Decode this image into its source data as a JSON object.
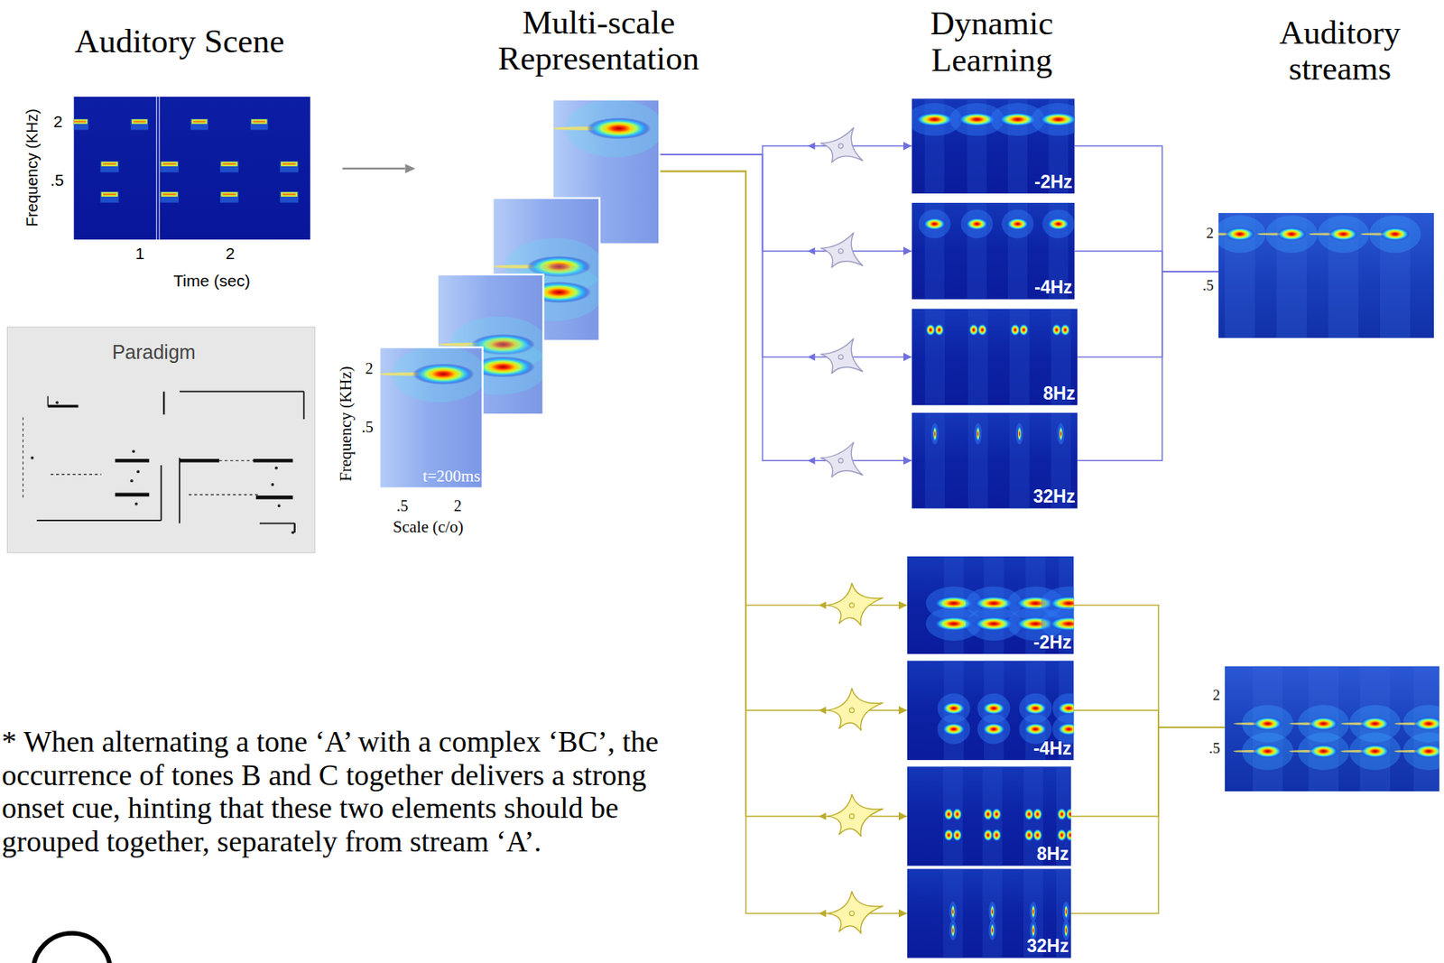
{
  "diagram": {
    "nodes": [
      {
        "text": [
          "t=200ms"
        ]
      },
      {
        "text": [
          "-2Hz"
        ]
      },
      {
        "text": [
          "-4Hz"
        ]
      },
      {
        "text": [
          "8Hz"
        ]
      },
      {
        "text": [
          "32Hz"
        ]
      },
      {
        "text": [
          "2",
          ".5"
        ]
      },
      {
        "text": [
          "-2Hz"
        ]
      },
      {
        "text": [
          "-4Hz"
        ]
      },
      {
        "text": [
          "8Hz"
        ]
      },
      {
        "text": [
          "32Hz"
        ]
      },
      {
        "text": [
          "2",
          ".5"
        ]
      }
    ],
    "edges": [
      {
        "from": 0,
        "to": 1,
        "arrow": "to"
      },
      {
        "from": 0,
        "to": 2,
        "arrow": "to"
      },
      {
        "from": 0,
        "to": 3,
        "arrow": "to"
      },
      {
        "from": 0,
        "to": 4,
        "arrow": "to"
      },
      {
        "from": 0,
        "to": 6,
        "arrow": "to"
      },
      {
        "from": 0,
        "to": 7,
        "arrow": "to"
      },
      {
        "from": 0,
        "to": 8,
        "arrow": "to"
      },
      {
        "from": 0,
        "to": 9,
        "arrow": "to"
      },
      {
        "from": 1,
        "to": 5,
        "arrow": "none"
      },
      {
        "from": 2,
        "to": 5,
        "arrow": "none"
      },
      {
        "from": 3,
        "to": 5,
        "arrow": "none"
      },
      {
        "from": 4,
        "to": 5,
        "arrow": "none"
      },
      {
        "from": 6,
        "to": 10,
        "arrow": "none"
      },
      {
        "from": 7,
        "to": 10,
        "arrow": "none"
      },
      {
        "from": 8,
        "to": 10,
        "arrow": "none"
      },
      {
        "from": 9,
        "to": 10,
        "arrow": "none"
      }
    ],
    "labels": [
      "Auditory Scene",
      "Frequency (KHz)",
      "2",
      ".5",
      "1",
      "2",
      "Time (sec)",
      "Paradigm",
      "Multi-scale Representation",
      "Frequency (KHz)",
      "2",
      ".5",
      ".5",
      "2",
      "Scale (c/o)",
      "Dynamic Learning",
      "Auditory streams",
      "* When alternating a tone ‘A’ with a complex ‘BC’, the occurrence of tones B and C together delivers a strong onset cue, hinting that these two elements should be grouped together, separately from stream ‘A’."
    ]
  }
}
